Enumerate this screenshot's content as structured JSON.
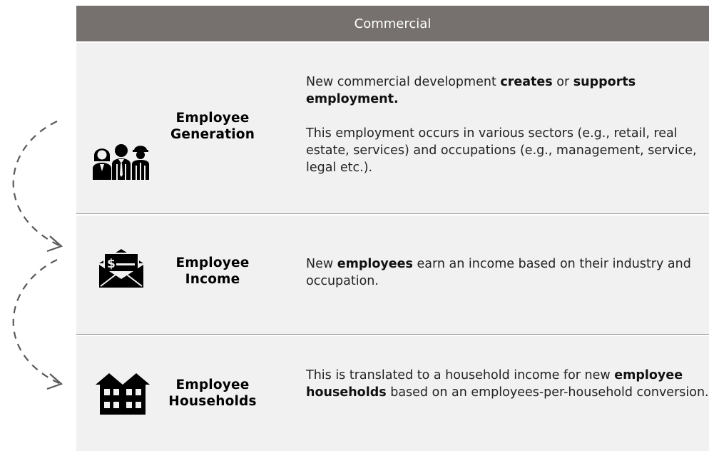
{
  "header": {
    "title": "Commercial"
  },
  "rows": [
    {
      "icon": "employees-icon",
      "label_line1": "Employee",
      "label_line2": "Generation",
      "p1_a": "New commercial development ",
      "p1_b": "creates",
      "p1_c": " or ",
      "p1_d": "supports employment.",
      "p2": "This employment occurs in various sectors (e.g., retail, real estate, services) and occupations (e.g., management, service, legal etc.)."
    },
    {
      "icon": "paycheck-envelope-icon",
      "label_line1": "Employee",
      "label_line2": "Income",
      "p1_a": "New ",
      "p1_b": "employees",
      "p1_c": " earn an income based on their industry and occupation."
    },
    {
      "icon": "apartment-building-icon",
      "label_line1": "Employee",
      "label_line2": "Households",
      "p1_a": "This is translated to a household income for new ",
      "p1_b": "employee households",
      "p1_c": " based on an employees-per-household conversion."
    }
  ],
  "colors": {
    "header_bg": "#76716e",
    "row_bg": "#f1f1f1",
    "separator": "#9b9b9b",
    "arrow": "#5a5a5a"
  }
}
